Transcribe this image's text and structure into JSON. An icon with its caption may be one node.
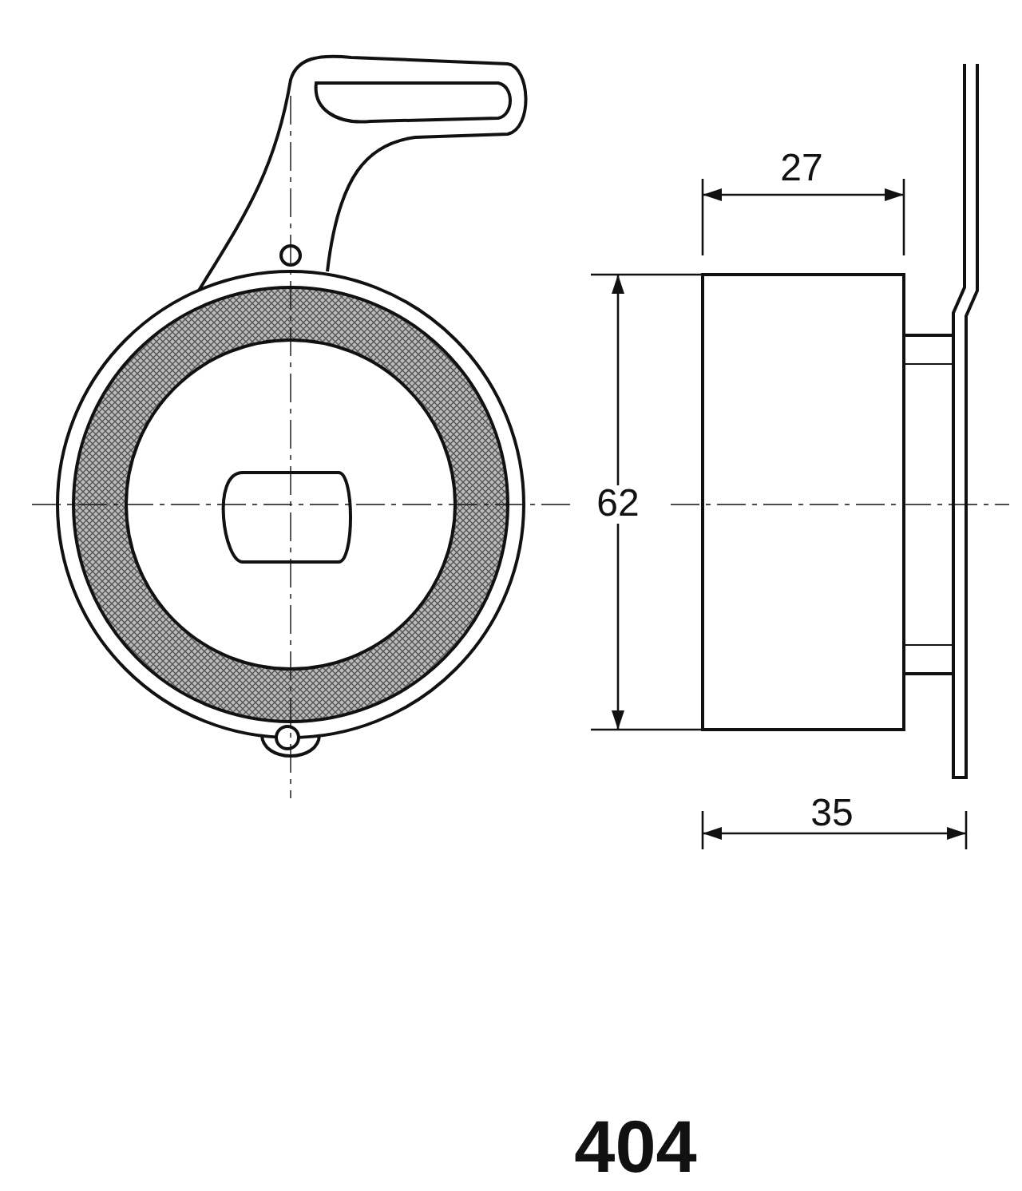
{
  "diagram": {
    "labels": [
      "27",
      "62",
      "35",
      "404"
    ]
  }
}
